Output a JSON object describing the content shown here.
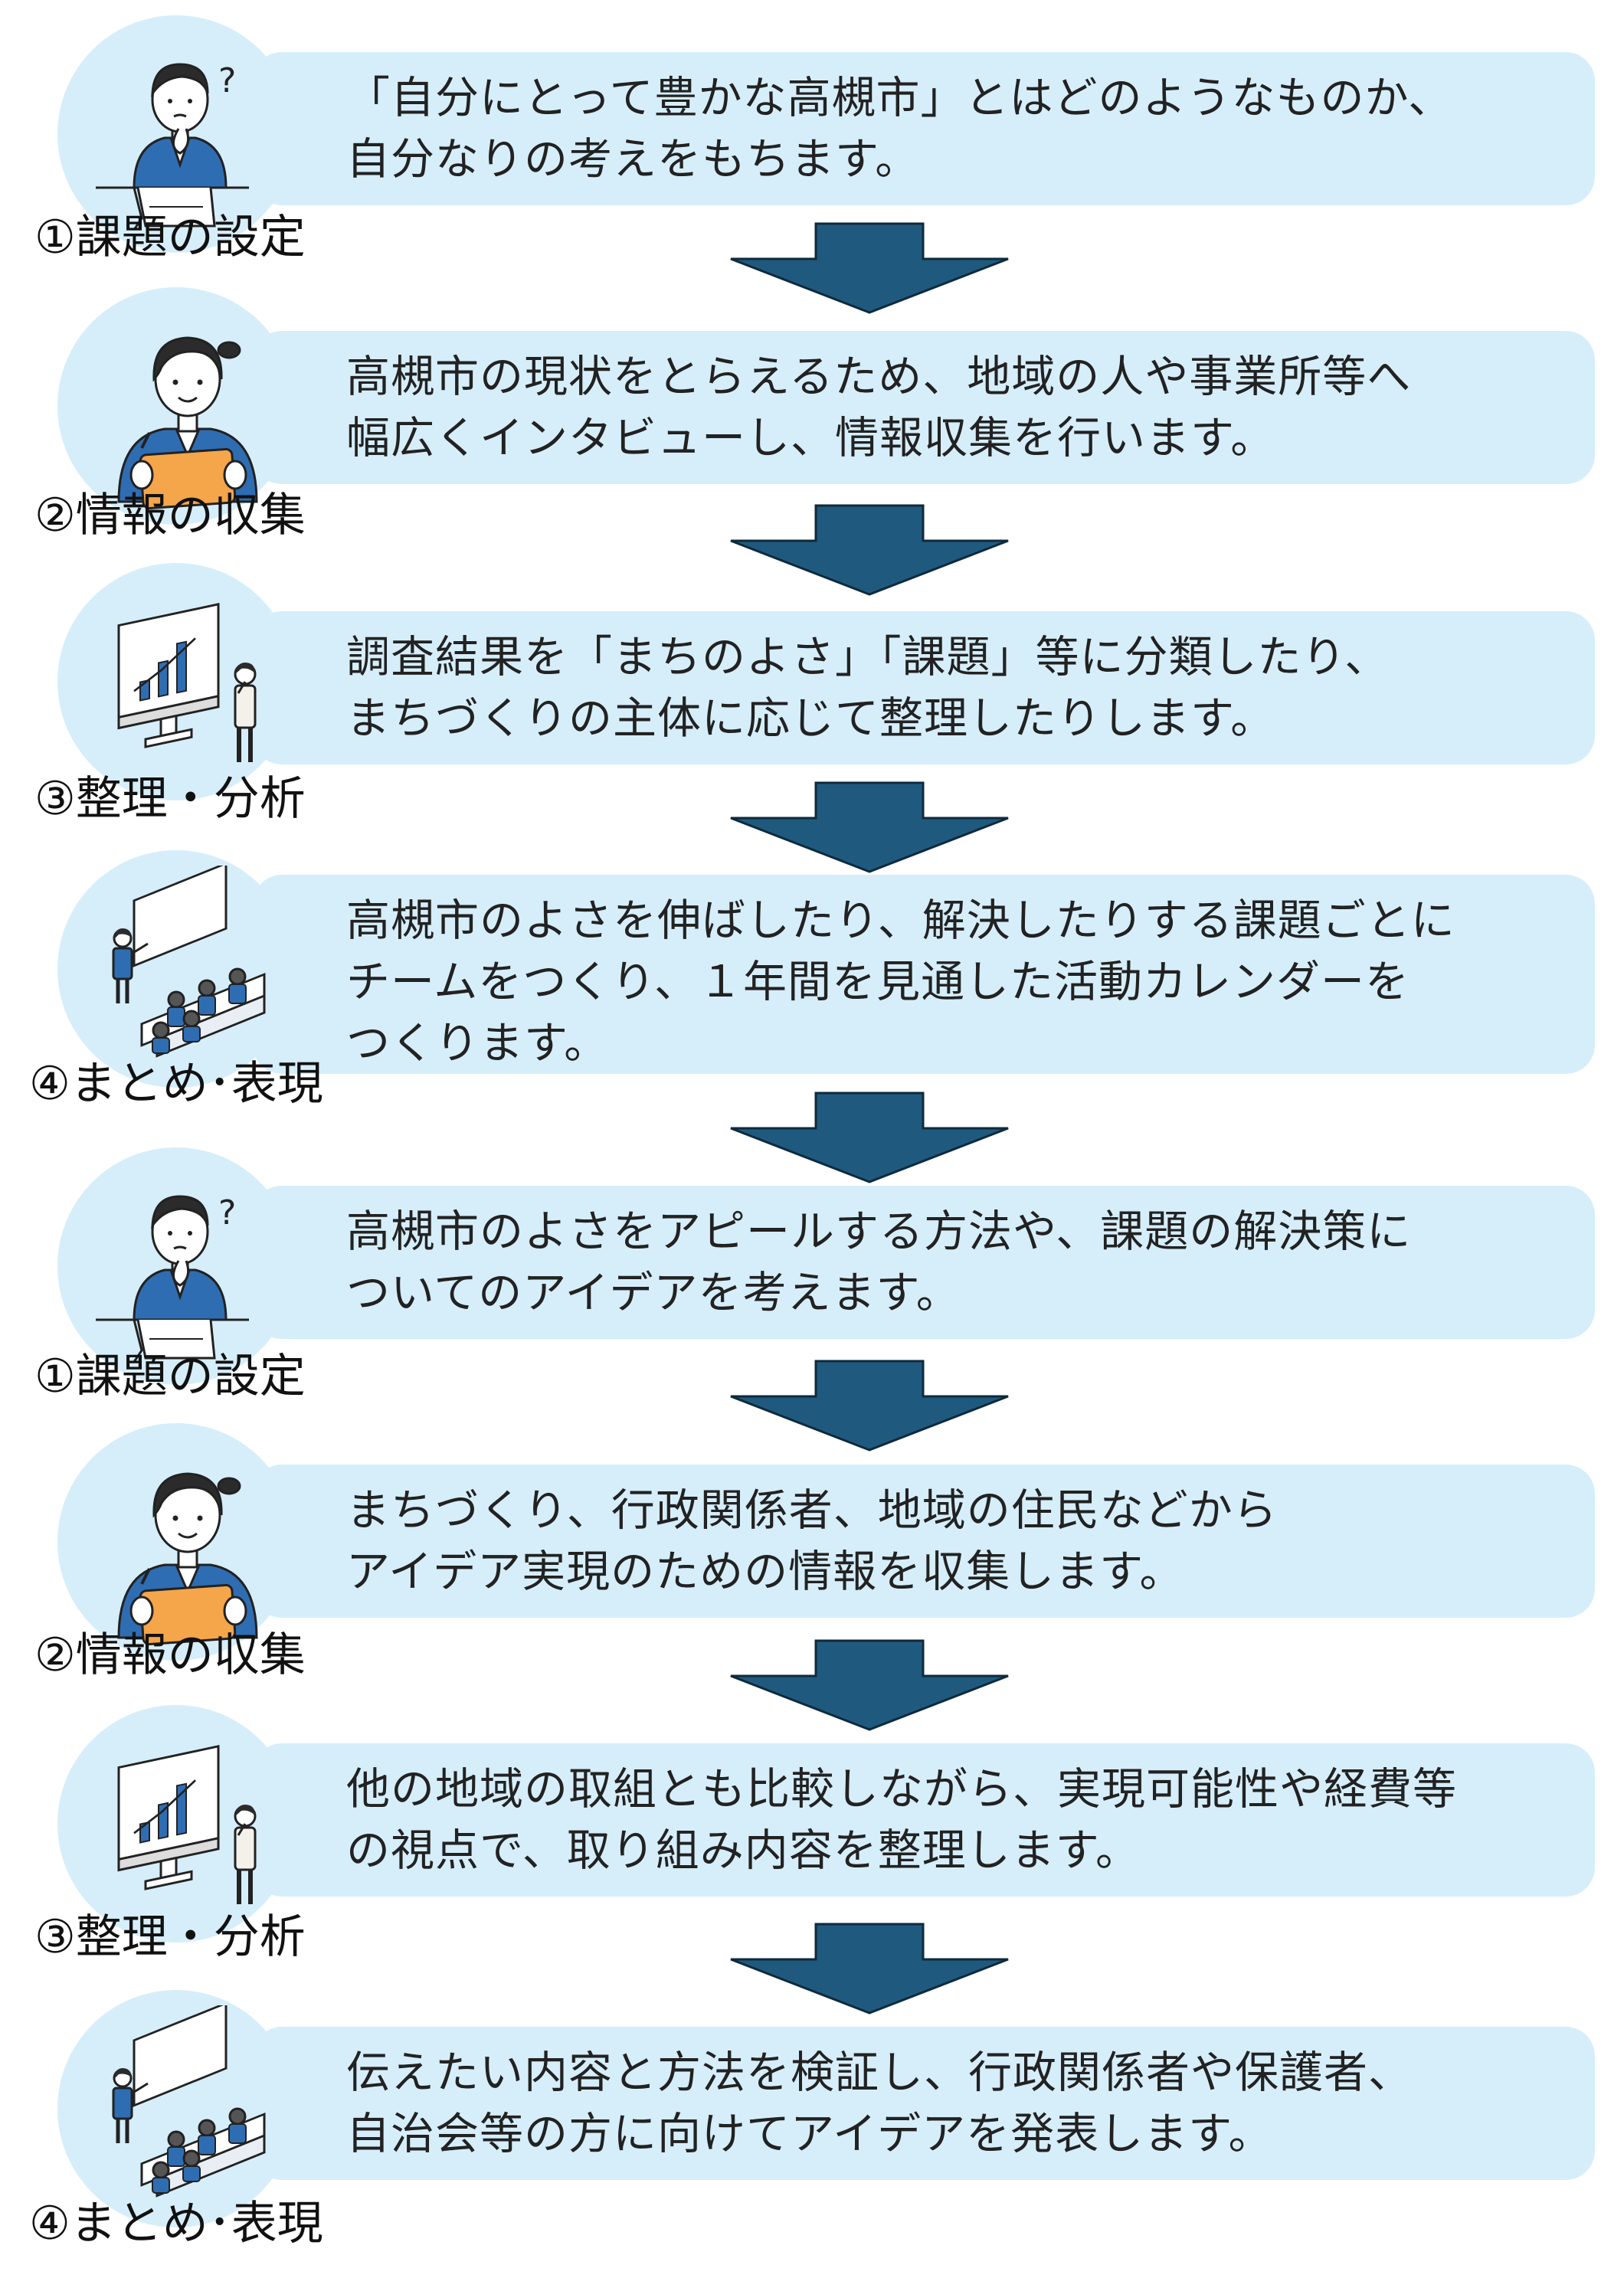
{
  "steps": [
    {
      "label": "①課題の設定",
      "lines": [
        "「自分にとって豊かな高槻市」とはどのようなものか、",
        "自分なりの考えをもちます。"
      ],
      "illustration": "student-thinking-notebook-icon"
    },
    {
      "label": "②情報の収集",
      "lines": [
        "高槻市の現状をとらえるため、地域の人や事業所等へ",
        "幅広くインタビューし、情報収集を行います。"
      ],
      "illustration": "student-tablet-icon"
    },
    {
      "label": "③整理・分析",
      "lines": [
        "調査結果を「まちのよさ」「課題」等に分類したり、",
        "まちづくりの主体に応じて整理したりします。"
      ],
      "illustration": "monitor-chart-person-icon"
    },
    {
      "label": "④まとめ･表現",
      "lines": [
        "高槻市のよさを伸ばしたり、解決したりする課題ごとに",
        "チームをつくり、１年間を見通した活動カレンダーを",
        "つくります。"
      ],
      "illustration": "classroom-presentation-icon"
    },
    {
      "label": "①課題の設定",
      "lines": [
        "高槻市のよさをアピールする方法や、課題の解決策に",
        "ついてのアイデアを考えます。"
      ],
      "illustration": "student-thinking-notebook-icon"
    },
    {
      "label": "②情報の収集",
      "lines": [
        "まちづくり、行政関係者、地域の住民などから",
        "アイデア実現のための情報を収集します。"
      ],
      "illustration": "student-tablet-icon"
    },
    {
      "label": "③整理・分析",
      "lines": [
        "他の地域の取組とも比較しながら、実現可能性や経費等",
        "の視点で、取り組み内容を整理します。"
      ],
      "illustration": "monitor-chart-person-icon"
    },
    {
      "label": "④まとめ･表現",
      "lines": [
        "伝えたい内容と方法を検証し、行政関係者や保護者、",
        "自治会等の方に向けてアイデアを発表します。"
      ],
      "illustration": "classroom-presentation-icon"
    }
  ],
  "colors": {
    "bubble": "#d6eefa",
    "arrow": "#1f5a7e",
    "arrow_outline": "#0e2a3d",
    "suit": "#2f6db3",
    "tablet": "#f5a54a"
  }
}
